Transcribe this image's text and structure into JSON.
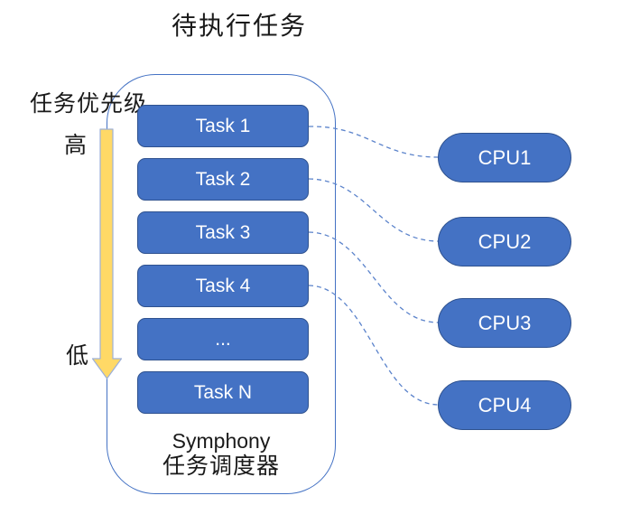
{
  "title": "待执行任务",
  "priority": {
    "label": "任务优先级",
    "high": "高",
    "low": "低"
  },
  "scheduler": {
    "tasks": [
      "Task 1",
      "Task 2",
      "Task 3",
      "Task 4",
      "...",
      "Task N"
    ],
    "caption_line1": "Symphony",
    "caption_line2": "任务调度器"
  },
  "cpus": [
    "CPU1",
    "CPU2",
    "CPU3",
    "CPU4"
  ],
  "connections": [
    {
      "from": "Task 1",
      "to": "CPU1"
    },
    {
      "from": "Task 2",
      "to": "CPU2"
    },
    {
      "from": "Task 3",
      "to": "CPU3"
    },
    {
      "from": "Task 4",
      "to": "CPU4"
    }
  ],
  "colors": {
    "node_fill": "#4472C4",
    "node_border": "#2F528F",
    "node_text": "#FFFFFF",
    "container_border": "#4472C4",
    "connector": "#5B83CB",
    "arrow_fill": "#FFD966",
    "arrow_border": "#9DB0D8",
    "label_text": "#1A1A1A",
    "background": "#FFFFFF"
  }
}
